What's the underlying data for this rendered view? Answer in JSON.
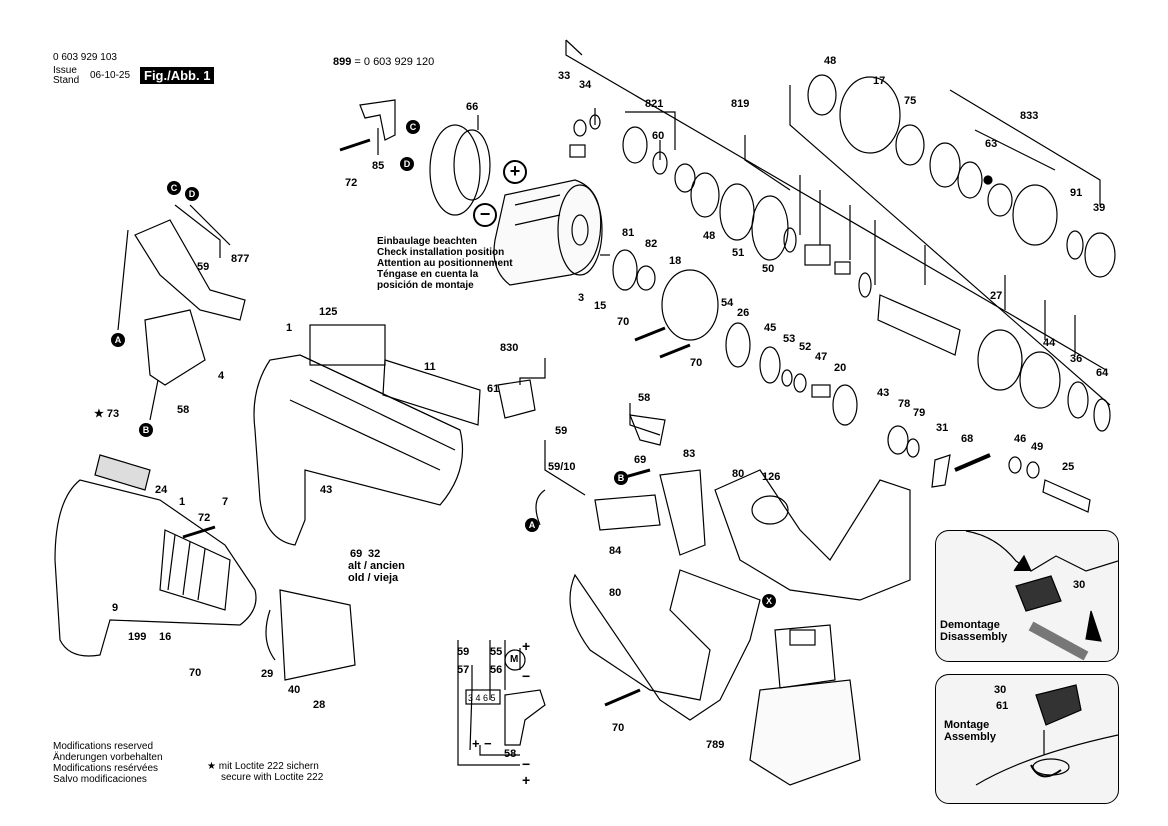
{
  "header": {
    "doc_number": "0 603 929 103",
    "issue_label": "Issue\nStand",
    "issue_date": "06-10-25",
    "fig_label": "Fig./Abb. 1",
    "variant": "899 = 0 603 929 120"
  },
  "notes": {
    "install_position": [
      "Einbaulage beachten",
      "Check installation position",
      "Attention au positionnement",
      "Téngase en cuenta la",
      "posición de montaje"
    ],
    "old_label": [
      "alt / ancien",
      "old / vieja"
    ],
    "modifications": [
      "Modifications reserved",
      "Änderungen vorbehalten",
      "Modifications resérvées",
      "Salvo modificaciones"
    ],
    "loctite": [
      "★ mit Loctite 222 sichern",
      "secure with Loctite 222"
    ]
  },
  "insets": {
    "demontage": [
      "Demontage",
      "Disassembly"
    ],
    "montage": [
      "Montage",
      "Assembly"
    ]
  },
  "symbols": {
    "C": "C",
    "D": "D",
    "A": "A",
    "B": "B",
    "X": "X",
    "plus": "+",
    "minus": "−"
  },
  "wiring": {
    "labels": [
      "59",
      "55",
      "57",
      "56",
      "58"
    ],
    "terminal": "3 4 6 5",
    "plus": "+",
    "minus": "−",
    "motor": "M"
  },
  "parts": {
    "p33": "33",
    "p34": "34",
    "p821": "821",
    "p60": "60",
    "p819": "819",
    "p48a": "48",
    "p17": "17",
    "p75": "75",
    "p833": "833",
    "p63": "63",
    "p91": "91",
    "p39": "39",
    "p66": "66",
    "p85": "85",
    "p72a": "72",
    "p877": "877",
    "p59a": "59",
    "p81": "81",
    "p82": "82",
    "p18": "18",
    "p48b": "48",
    "p51": "51",
    "p50": "50",
    "p3": "3",
    "p15": "15",
    "p27": "27",
    "p44": "44",
    "p36": "36",
    "p64": "64",
    "p1a": "1",
    "p125": "125",
    "p11": "11",
    "p830": "830",
    "p61a": "61",
    "p4": "4",
    "p58a": "58",
    "p73": "★ 73",
    "p70a": "70",
    "p26": "26",
    "p54": "54",
    "p45": "45",
    "p53": "53",
    "p52": "52",
    "p47": "47",
    "p20": "20",
    "p70b": "70",
    "p43a": "43",
    "p78": "78",
    "p79": "79",
    "p31": "31",
    "p68": "68",
    "p46": "46",
    "p49": "49",
    "p25": "25",
    "p58b": "58",
    "p59b": "59",
    "p5910": "59/10",
    "p69a": "69",
    "p83": "83",
    "p80a": "80",
    "p126": "126",
    "p84": "84",
    "p24": "24",
    "p1b": "1",
    "p72b": "72",
    "p7": "7",
    "p43b": "43",
    "p69b": "69",
    "p32": "32",
    "p9": "9",
    "p199": "199",
    "p16": "16",
    "p70c": "70",
    "p29": "29",
    "p40": "40",
    "p28": "28",
    "p80b": "80",
    "p70d": "70",
    "p789": "789",
    "p30a": "30",
    "p30b": "30",
    "p61b": "61"
  }
}
